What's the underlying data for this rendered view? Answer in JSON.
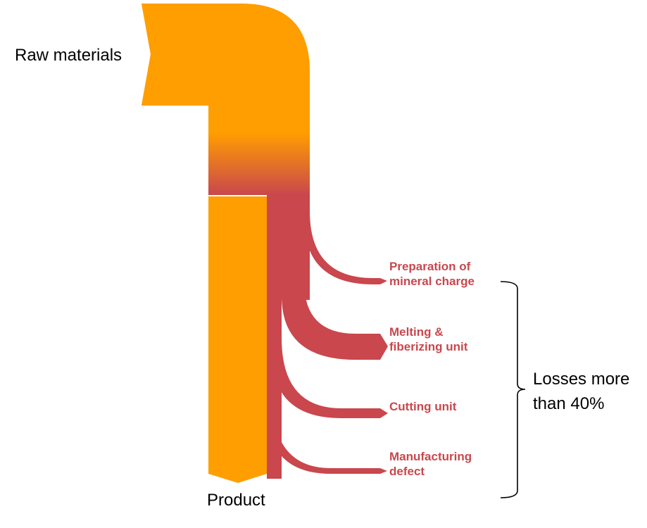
{
  "labels": {
    "raw_materials": "Raw materials",
    "product": "Product",
    "losses_line1": "Losses more",
    "losses_line2": "than 40%"
  },
  "losses": [
    {
      "line1": "Preparation of",
      "line2": "mineral charge"
    },
    {
      "line1": "Melting &",
      "line2": "fiberizing unit"
    },
    {
      "line1": "Cutting unit",
      "line2": ""
    },
    {
      "line1": "Manufacturing",
      "line2": "defect"
    }
  ],
  "colors": {
    "input": "#ff9e00",
    "loss": "#c9474d"
  }
}
